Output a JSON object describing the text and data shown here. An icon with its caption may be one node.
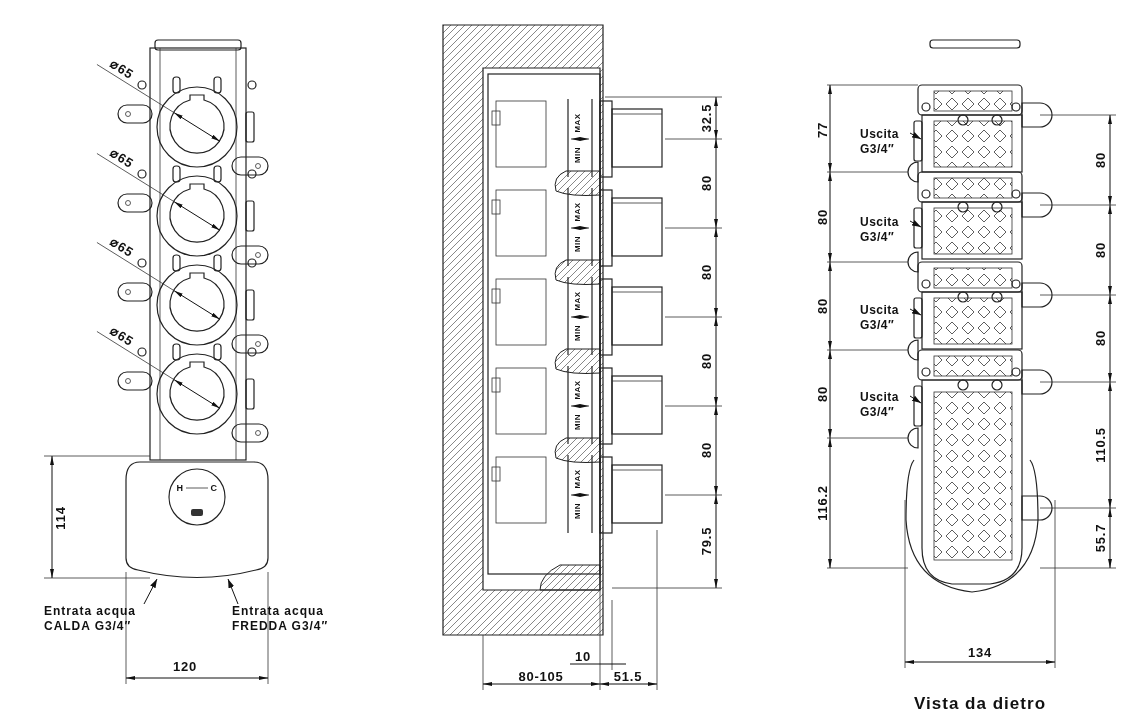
{
  "diagram": {
    "nodes": [
      {
        "text": [
          "Entrata acqua CALDA G3/4″"
        ]
      },
      {
        "text": [
          "Entrata acqua FREDDA G3/4″"
        ]
      },
      {
        "text": [
          "Uscita G3/4″"
        ]
      },
      {
        "text": [
          "Uscita G3/4″"
        ]
      },
      {
        "text": [
          "Uscita G3/4″"
        ]
      },
      {
        "text": [
          "Uscita G3/4″"
        ]
      },
      {
        "text": [],
        "shape": "picture"
      },
      {
        "text": [],
        "shape": "picture"
      }
    ],
    "edges": [
      {
        "from": 0,
        "to": 6,
        "arrow": "to"
      },
      {
        "from": 1,
        "to": 6,
        "arrow": "to"
      },
      {
        "from": 2,
        "to": 7,
        "arrow": "to"
      },
      {
        "from": 3,
        "to": 7,
        "arrow": "to"
      },
      {
        "from": 4,
        "to": 7,
        "arrow": "to"
      },
      {
        "from": 5,
        "to": 7,
        "arrow": "to"
      }
    ],
    "labels": [
      "⌀65",
      "⌀65",
      "⌀65",
      "⌀65",
      "H",
      "C",
      "114",
      "120",
      "32.5",
      "MAX",
      "MIN",
      "80",
      "MAX",
      "MIN",
      "80",
      "MAX",
      "MIN",
      "80",
      "MAX",
      "MIN",
      "80",
      "MAX",
      "MIN",
      "79.5",
      "10",
      "80-105",
      "51.5",
      "77",
      "80",
      "80",
      "80",
      "116.2",
      "80",
      "80",
      "80",
      "110.5",
      "55.7",
      "134",
      "Vista da dietro"
    ]
  }
}
